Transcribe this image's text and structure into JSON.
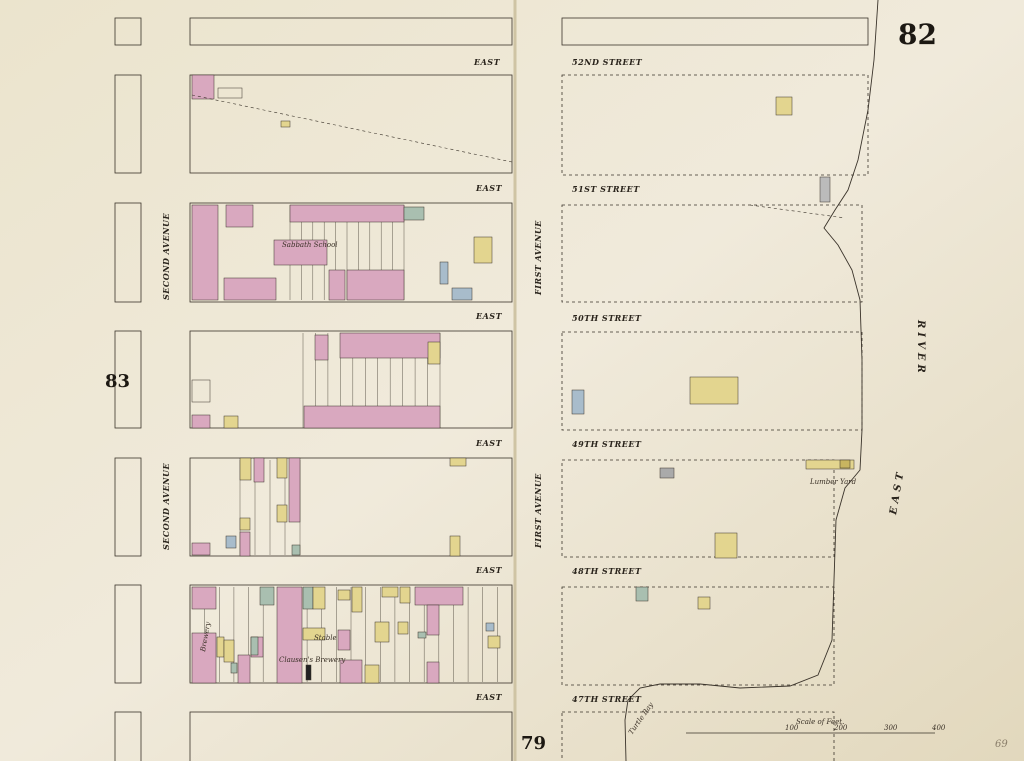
{
  "sheet": {
    "number": "82",
    "adjoining_left": "83",
    "adjoining_bottom": "79",
    "handwritten_note": "69"
  },
  "streets": {
    "east_prefix": "EAST",
    "s52": "52ND STREET",
    "s51": "51ST STREET",
    "s50": "50TH STREET",
    "s49": "49TH STREET",
    "s48": "48TH STREET",
    "s47": "47TH STREET"
  },
  "avenues": {
    "second": "SECOND AVENUE",
    "first": "FIRST AVENUE"
  },
  "water": {
    "river_east": "EAST",
    "river_name": "RIVER",
    "bay": "Turtle Bay"
  },
  "labels": {
    "sabbath_school": "Sabbath School",
    "brewery_main": "Clausen's Brewery",
    "brewery_small": "Brewery",
    "stable": "Stable",
    "lumber_yard": "Lumber Yard"
  },
  "scale": {
    "title": "Scale of Feet.",
    "ticks": [
      "100",
      "200",
      "300",
      "400"
    ]
  },
  "colors": {
    "paper": "#ede6d0",
    "brick": "#d9a8bf",
    "frame": "#e3d58f",
    "stone": "#a9bfb0",
    "iron": "#a8bccb",
    "ink": "#3a332a"
  }
}
